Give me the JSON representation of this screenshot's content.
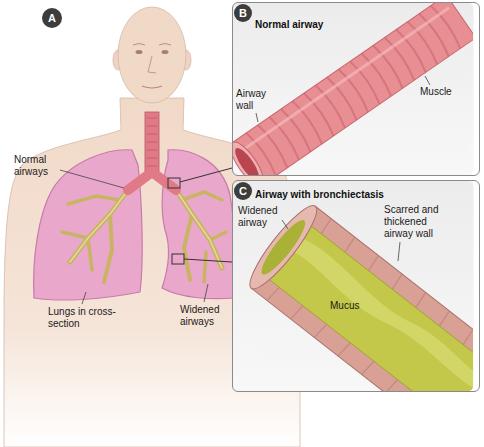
{
  "diagram": {
    "nodes": [
      {
        "text": [
          "A"
        ]
      },
      {
        "text": [
          "Normal airway"
        ]
      },
      {
        "text": [
          "B"
        ]
      },
      {
        "text": [
          "Airway with bronchiectasis"
        ]
      },
      {
        "text": [
          "C"
        ]
      }
    ],
    "labels": [
      "Normal airways",
      "Lungs in cross-section",
      "Widened airways",
      "Muscle",
      "Airway wall",
      "Widened airway",
      "Scarred and thickened airway wall",
      "Mucus"
    ]
  }
}
